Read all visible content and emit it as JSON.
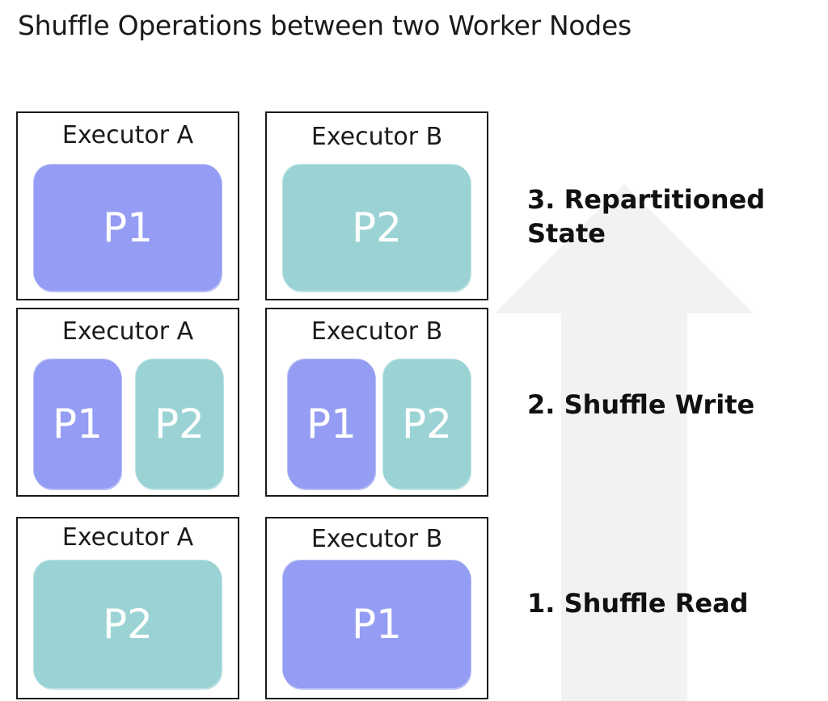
{
  "title": "Shuffle Operations between two Worker Nodes",
  "colors": {
    "purple": "#949df3",
    "teal": "#9bd3d5",
    "arrow": "#f2f2f2"
  },
  "rows": [
    {
      "step": "3. Repartitioned State",
      "executor_a": {
        "label": "Executor A",
        "partitions": [
          "P1"
        ]
      },
      "executor_b": {
        "label": "Executor B",
        "partitions": [
          "P2"
        ]
      }
    },
    {
      "step": "2. Shuffle Write",
      "executor_a": {
        "label": "Executor A",
        "partitions": [
          "P1",
          "P2"
        ]
      },
      "executor_b": {
        "label": "Executor B",
        "partitions": [
          "P1",
          "P2"
        ]
      }
    },
    {
      "step": "1. Shuffle Read",
      "executor_a": {
        "label": "Executor A",
        "partitions": [
          "P2"
        ]
      },
      "executor_b": {
        "label": "Executor B",
        "partitions": [
          "P1"
        ]
      }
    }
  ]
}
